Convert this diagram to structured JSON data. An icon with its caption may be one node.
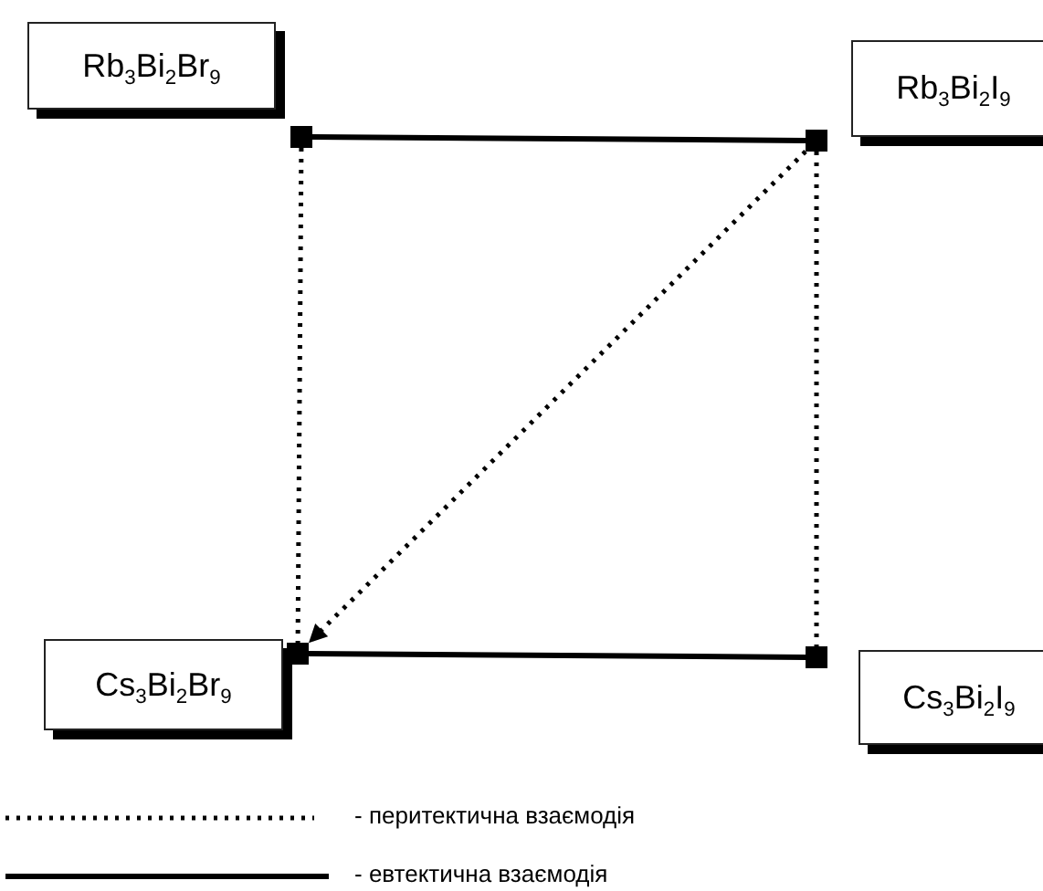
{
  "diagram": {
    "nodes": [
      {
        "text": [
          "Rb$_{3}$Bi$_{2}$Br$_{9}$"
        ]
      },
      {
        "text": [
          "Rb$_{3}$Bi$_{2}$I$_{9}$"
        ]
      },
      {
        "text": [
          "Cs$_{3}$Bi$_{2}$Br$_{9}$"
        ]
      },
      {
        "text": [
          "Cs$_{3}$Bi$_{2}$I$_{9}$"
        ]
      },
      {
        "text": [],
        "shape": "box"
      },
      {
        "text": [],
        "shape": "box"
      },
      {
        "text": [],
        "shape": "box"
      },
      {
        "text": [],
        "shape": "box"
      }
    ],
    "edges": [
      {
        "from": 4,
        "to": 5,
        "arrow": "none"
      },
      {
        "from": 4,
        "to": 6,
        "arrow": "none",
        "style": "dashed"
      },
      {
        "from": 5,
        "to": 7,
        "arrow": "none",
        "style": "dashed"
      },
      {
        "from": 5,
        "to": 6,
        "arrow": "to",
        "style": "dashed"
      },
      {
        "from": 6,
        "to": 7,
        "arrow": "none"
      }
    ],
    "legend": [
      {
        "text": "- перитектична взаємодія"
      },
      {
        "text": "- евтектична взаємодія"
      }
    ]
  }
}
